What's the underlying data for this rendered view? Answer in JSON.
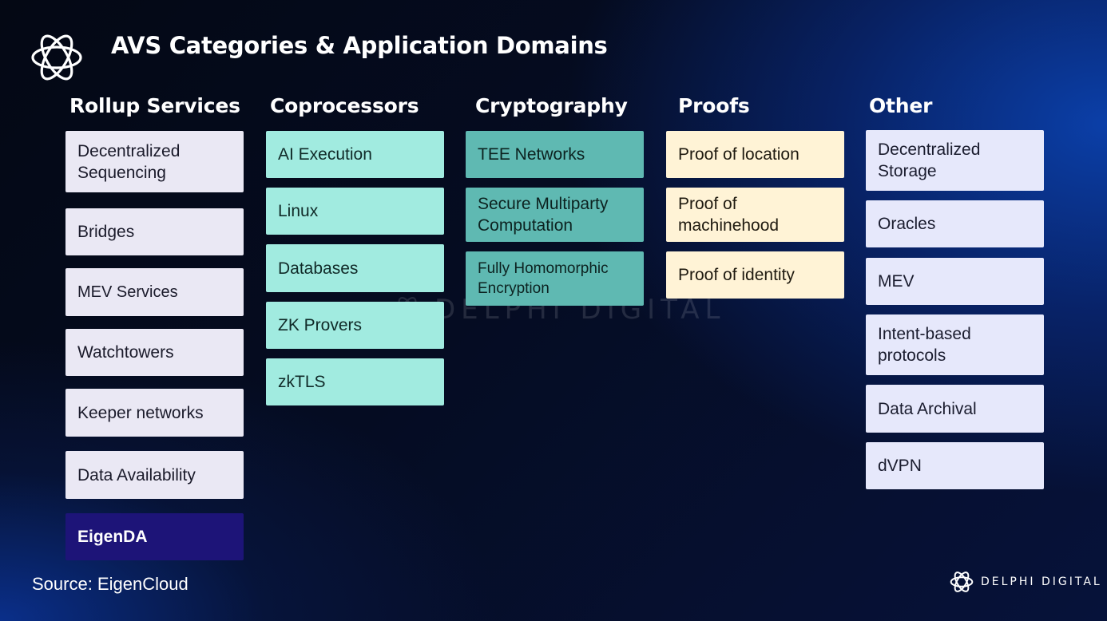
{
  "title": "AVS Categories & Application Domains",
  "source": "Source: EigenCloud",
  "brand": {
    "name": "DELPHI DIGITAL",
    "logo_icon": "delphi-flower-icon"
  },
  "watermark": {
    "text": "DELPHI DIGITAL"
  },
  "columns": [
    {
      "header": "Rollup Services",
      "items": [
        "Decentralized\nSequencing",
        "Bridges",
        "MEV Services",
        "Watchtowers",
        "Keeper networks",
        "Data Availability",
        "EigenDA"
      ]
    },
    {
      "header": "Coprocessors",
      "items": [
        "AI Execution",
        "Linux",
        "Databases",
        "ZK Provers",
        "zkTLS"
      ]
    },
    {
      "header": "Cryptography",
      "items": [
        "TEE Networks",
        "Secure Multiparty\nComputation",
        "Fully Homomorphic\nEncryption"
      ]
    },
    {
      "header": "Proofs",
      "items": [
        "Proof of location",
        "Proof of\nmachinehood",
        "Proof of identity"
      ]
    },
    {
      "header": "Other",
      "items": [
        "Decentralized\nStorage",
        "Oracles",
        "MEV",
        "Intent-based\nprotocols",
        "Data Archival",
        "dVPN"
      ]
    }
  ],
  "colors": {
    "rollup": "#eae8f4",
    "coprocessors": "#a1ebe0",
    "cryptography": "#5fb9b2",
    "proofs": "#fff3d6",
    "other": "#e6e8fb",
    "highlight": "#1d1478"
  }
}
